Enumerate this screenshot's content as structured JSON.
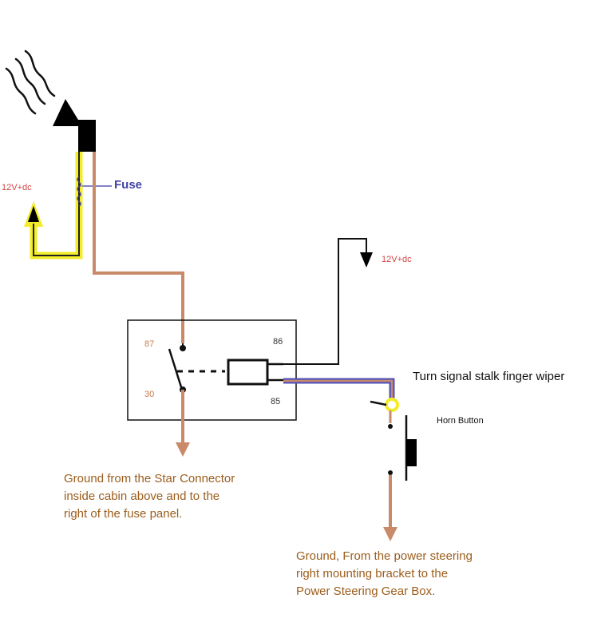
{
  "labels": {
    "supply_left": "12V+dc",
    "fuse": "Fuse",
    "supply_right": "12V+dc",
    "pin_87": "87",
    "pin_30": "30",
    "pin_86": "86",
    "pin_85": "85",
    "turn_signal": "Turn signal stalk finger wiper",
    "horn_button": "Horn Button"
  },
  "notes": {
    "ground_relay": [
      "Ground from the Star Connector",
      "inside cabin above and to the",
      "right of the fuse panel."
    ],
    "ground_horn": [
      "Ground, From the power steering",
      "right mounting bracket to the",
      "Power Steering Gear Box."
    ]
  },
  "colors": {
    "wire_brown": "#c98a6a",
    "wire_blue": "#5555bb",
    "highlight_yellow": "#f2ec2a",
    "label_red": "#d64545",
    "label_blue": "#4343a8",
    "note_brown": "#9c5d1c"
  }
}
